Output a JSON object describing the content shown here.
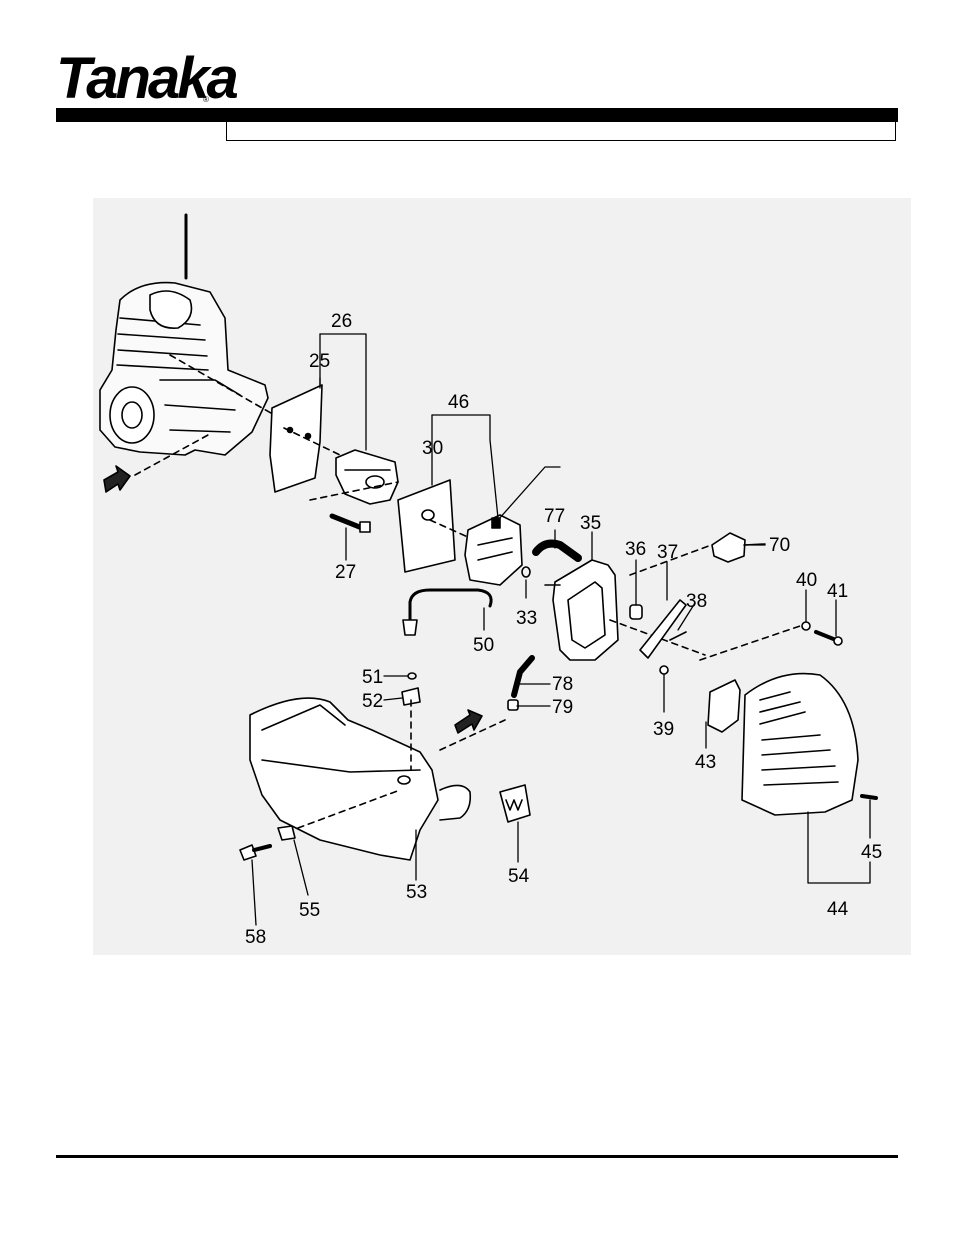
{
  "header": {
    "logo_text": "Tanaka",
    "logo_mark": "®",
    "title": ""
  },
  "diagram": {
    "callouts": [
      "26",
      "25",
      "46",
      "30",
      "77",
      "35",
      "36",
      "37",
      "70",
      "38",
      "40",
      "41",
      "27",
      "33",
      "50",
      "51",
      "52",
      "78",
      "79",
      "39",
      "43",
      "45",
      "44",
      "53",
      "54",
      "55",
      "58"
    ]
  }
}
